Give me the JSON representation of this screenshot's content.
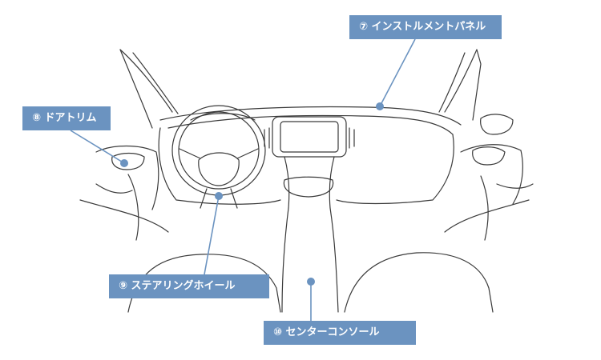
{
  "labels": {
    "instrument_panel": "⑦ インストルメントパネル",
    "door_trim": "⑧ ドアトリム",
    "steering_wheel": "⑨ ステアリングホイール",
    "center_console": "⑩ センターコンソール"
  },
  "colors": {
    "callout_fill": "#6b93c0",
    "callout_text": "#ffffff",
    "line_art": "#3a3a3a",
    "leader_line": "#6b93c0"
  }
}
